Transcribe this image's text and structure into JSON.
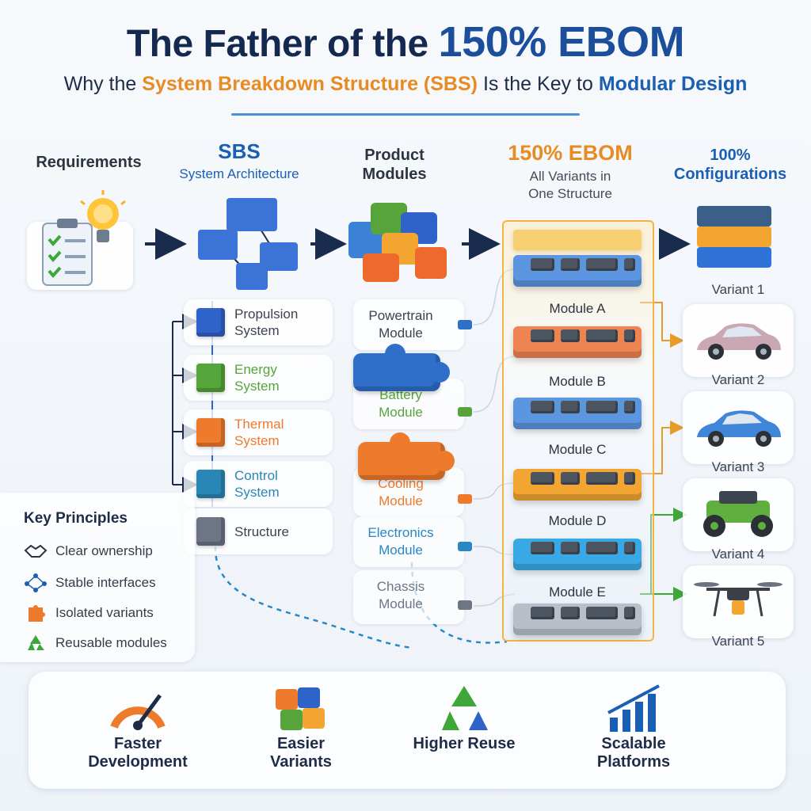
{
  "title": {
    "pre": "The Father of the",
    "highlight": "150% EBOM"
  },
  "subtitle": {
    "pre": "Why the",
    "sbs": "System Breakdown Structure (SBS)",
    "mid": "Is the Key to",
    "end": "Modular Design"
  },
  "columns": {
    "requirements": "Requirements",
    "sbs": {
      "title": "SBS",
      "sub": "System Architecture"
    },
    "modules": {
      "line1": "Product",
      "line2": "Modules"
    },
    "ebom": {
      "title": "150% EBOM",
      "sub1": "All Variants in",
      "sub2": "One Structure"
    },
    "configs": {
      "line1": "100%",
      "line2": "Configurations"
    }
  },
  "systems": [
    {
      "line1": "Propulsion",
      "line2": "System",
      "color": "#2f63c9"
    },
    {
      "line1": "Energy",
      "line2": "System",
      "color": "#56a53a"
    },
    {
      "line1": "Thermal",
      "line2": "System",
      "color": "#ee7a2c"
    },
    {
      "line1": "Control",
      "line2": "System",
      "color": "#2a87b5"
    },
    {
      "line1": "Structure",
      "line2": "",
      "color": "#6e7585"
    }
  ],
  "product_modules": [
    {
      "line1": "Powertrain",
      "line2": "Module",
      "color": "#2f6fc9"
    },
    {
      "line1": "Battery",
      "line2": "Module",
      "color": "#57a53a"
    },
    {
      "line1": "Cooling",
      "line2": "Module",
      "color": "#ee7a2c"
    },
    {
      "line1": "Electronics",
      "line2": "Module",
      "color": "#2a87c5"
    },
    {
      "line1": "Chassis",
      "line2": "Module",
      "color": "#6e7585"
    }
  ],
  "ebom_modules": [
    "Module A",
    "Module B",
    "Module C",
    "Module D",
    "Module E"
  ],
  "variants": [
    "Variant 1",
    "Variant 2",
    "Variant 3",
    "Variant 4",
    "Variant 5"
  ],
  "key_principles": {
    "title": "Key Principles",
    "items": [
      {
        "label": "Clear ownership",
        "icon": "handshake-icon"
      },
      {
        "label": "Stable interfaces",
        "icon": "network-icon"
      },
      {
        "label": "Isolated variants",
        "icon": "puzzle-icon"
      },
      {
        "label": "Reusable modules",
        "icon": "recycle-icon"
      }
    ]
  },
  "benefits": [
    {
      "line1": "Faster",
      "line2": "Development",
      "icon": "speedometer-icon"
    },
    {
      "line1": "Easier",
      "line2": "Variants",
      "icon": "puzzle-icon"
    },
    {
      "line1": "Higher Reuse",
      "line2": "",
      "icon": "recycle-icon"
    },
    {
      "line1": "Scalable",
      "line2": "Platforms",
      "icon": "growth-chart-icon"
    }
  ],
  "colors": {
    "navy": "#14294f",
    "blue": "#1b5fb3",
    "orange": "#e88b22",
    "green": "#3fa63a"
  }
}
